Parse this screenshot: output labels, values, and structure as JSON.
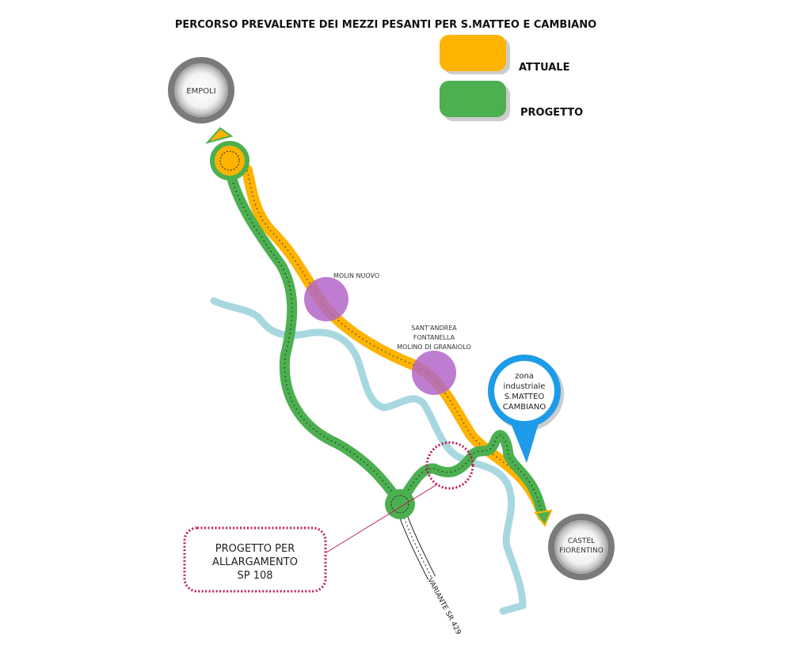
{
  "title": "PERCORSO PREVALENTE DEI MEZZI PESANTI PER S.MATTEO E CAMBIANO",
  "legend": [
    {
      "label": "ATTUALE",
      "color": "#FDB300"
    },
    {
      "label": "PROGETTO",
      "color": "#4CAF50"
    }
  ],
  "places": {
    "empoli": "EMPOLI",
    "castel_line1": "CASTEL",
    "castel_line2": "FIORENTINO",
    "molin_nuovo": "MOLIN NUOVO",
    "santandrea_line1": "SANT'ANDREA",
    "santandrea_line2": "FONTANELLA",
    "santandrea_line3": "MOLINO DI GRANAIOLO"
  },
  "marker": {
    "line1": "zona",
    "line2": "industriale",
    "line3": "S.MATTEO",
    "line4": "CAMBIANO",
    "color": "#1E9BE8"
  },
  "callout": {
    "line1": "PROGETTO PER",
    "line2": "ALLARGAMENTO",
    "line3": "SP 108",
    "color": "#C2185B"
  },
  "road_label": "VARIANTE SR 429",
  "colors": {
    "river": "#A8D8DF",
    "village": "#B366C8"
  }
}
